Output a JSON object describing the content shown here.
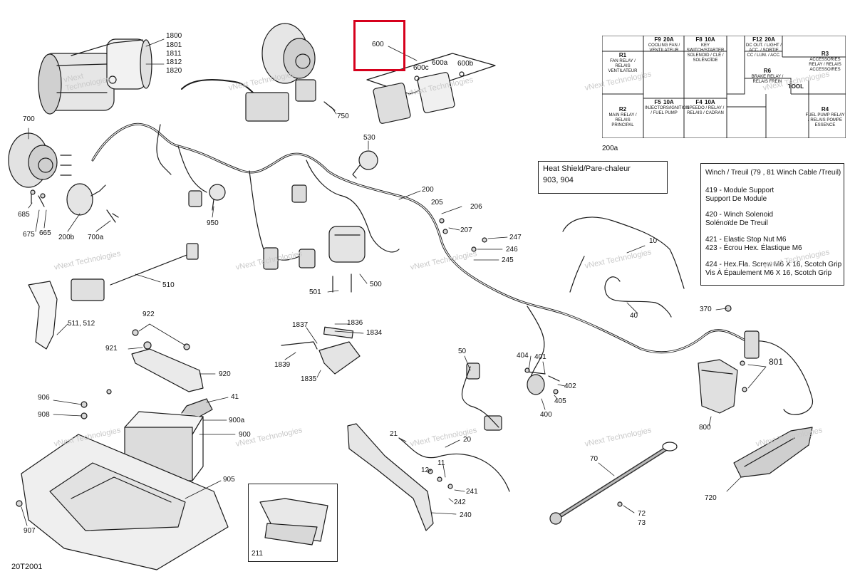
{
  "diagram_code": "20T2001",
  "callouts": {
    "c1800": "1800",
    "c1801": "1801",
    "c1811": "1811",
    "c1812": "1812",
    "c1820": "1820",
    "c700": "700",
    "c685": "685",
    "c675": "675",
    "c665": "665",
    "c200b": "200b",
    "c700a": "700a",
    "c510": "510",
    "c511": "511, 512",
    "c950": "950",
    "c750": "750",
    "c530": "530",
    "c600": "600",
    "c600c": "600c",
    "c600a": "600a",
    "c600b": "600b",
    "c200": "200",
    "c205": "205",
    "c206": "206",
    "c207": "207",
    "c247": "247",
    "c246": "246",
    "c245": "245",
    "c500": "500",
    "c501": "501",
    "c922": "922",
    "c921": "921",
    "c920": "920",
    "c1837": "1837",
    "c1836": "1836",
    "c1834": "1834",
    "c1839": "1839",
    "c1835": "1835",
    "c906": "906",
    "c908": "908",
    "c41": "41",
    "c900a": "900a",
    "c900": "900",
    "c905": "905",
    "c907": "907",
    "c211": "211",
    "c50": "50",
    "c404": "404",
    "c401": "401",
    "c402": "402",
    "c405": "405",
    "c400": "400",
    "c21": "21",
    "c20": "20",
    "c12": "12",
    "c11": "11",
    "c241": "241",
    "c242": "242",
    "c240": "240",
    "c10": "10",
    "c40": "40",
    "c370": "370",
    "c801": "801",
    "c800": "800",
    "c70": "70",
    "c72": "72",
    "c73": "73",
    "c720": "720",
    "c200a": "200a"
  },
  "heat_shield": {
    "line1": "Heat Shield/Pare-chaleur",
    "line2": "903, 904"
  },
  "winch_legend": [
    "Winch / Treuil (79 , 81 Winch Cable /Treuil)",
    "",
    "419 - Module Support",
    "          Support De Module",
    "",
    "420 - Winch Solenoid",
    "          Solénoïde De Treuil",
    "",
    "421 - Elastic Stop Nut M6",
    "423 -  Écrou Hex. Élastique M6",
    "",
    "424 - Hex.Fla. Screw M6 X 16, Scotch Grip",
    "          Vis À Épaulement M6 X 16, Scotch Grip"
  ],
  "fuse_box": {
    "f9": {
      "id": "F9",
      "amp": "20A",
      "text": "COOLING FAN / VENTILATEUR"
    },
    "f8": {
      "id": "F8",
      "amp": "10A",
      "text": "KEY SWITCH/STARTER SOLENOID / CLÉ / SOLÉNOÏDE"
    },
    "f12": {
      "id": "F12",
      "amp": "20A",
      "text": "DC OUT. / LIGHT / ACC. / SORTIE CC / LUM. / ACC."
    },
    "f5": {
      "id": "F5",
      "amp": "10A",
      "text": "INJECTORS/IGNITION / FUEL PUMP"
    },
    "f4": {
      "id": "F4",
      "amp": "10A",
      "text": "SPEEDO / RELAY / RELAIS / CADRAN"
    },
    "r1": {
      "id": "R1",
      "text": "FAN RELAY / RELAIS VENTILATEUR"
    },
    "r2": {
      "id": "R2",
      "text": "MAIN RELAY / RELAIS PRINCIPAL"
    },
    "r3": {
      "id": "R3",
      "text": "ACCESSORIES RELAY / RELAIS ACCESSOIRES"
    },
    "r4": {
      "id": "R4",
      "text": "FUEL PUMP RELAY / RELAIS POMPE ESSENCE"
    },
    "r6": {
      "id": "R6",
      "text": "BRAKE RELAY / RELAIS FREIN"
    },
    "tool": "TOOL"
  },
  "watermark": {
    "line1": "vNext",
    "line2": "Technologies"
  },
  "colors": {
    "highlight": "#d6001c",
    "line": "#1a1a1a",
    "watermark": "#c9c9c9"
  }
}
